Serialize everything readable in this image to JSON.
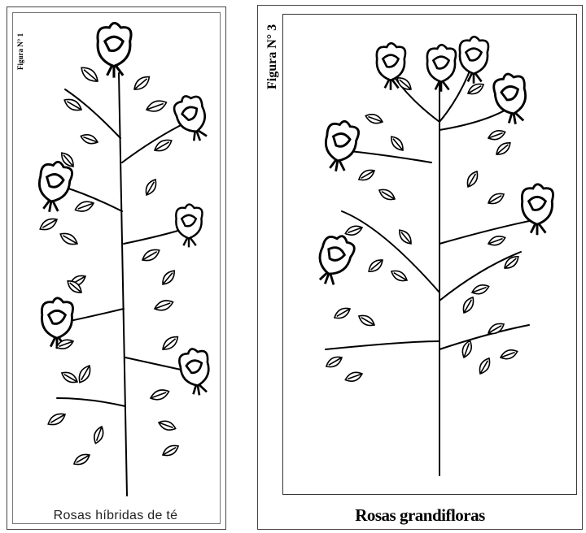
{
  "figure1": {
    "label": "Figura N° 1",
    "caption": "Rosas híbridas de té"
  },
  "figure3": {
    "label": "Figura N° 3",
    "caption": "Rosas grandifloras"
  },
  "colors": {
    "ink": "#000000",
    "background": "#ffffff"
  }
}
